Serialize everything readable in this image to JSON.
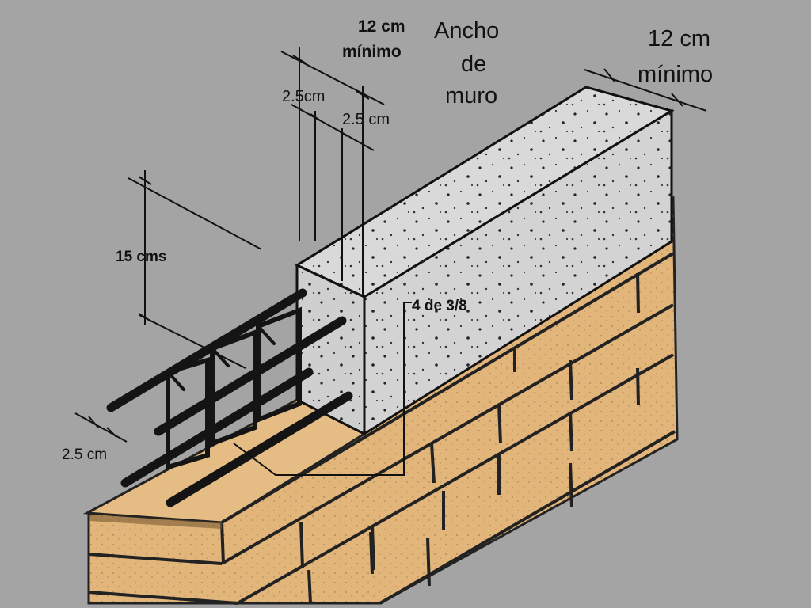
{
  "labels": {
    "top_width_bold_line1": "12 cm",
    "top_width_bold_line2": "mínimo",
    "ancho_line1": "Ancho",
    "ancho_line2": "de",
    "ancho_line3": "muro",
    "right_width_line1": "12 cm",
    "right_width_line2": "mínimo",
    "cover_left": "2.5cm",
    "cover_right": "2.5 cm",
    "height": "15 cms",
    "rebar": "4 de 3/8",
    "cover_bottom": "2.5 cm"
  },
  "colors": {
    "background": "#a4a4a4",
    "brick": "#e2b57b",
    "brick_shadow": "#c89a5e",
    "concrete": "#d9d9d9",
    "concrete_side": "#c9c9c9",
    "ink": "#111111"
  }
}
